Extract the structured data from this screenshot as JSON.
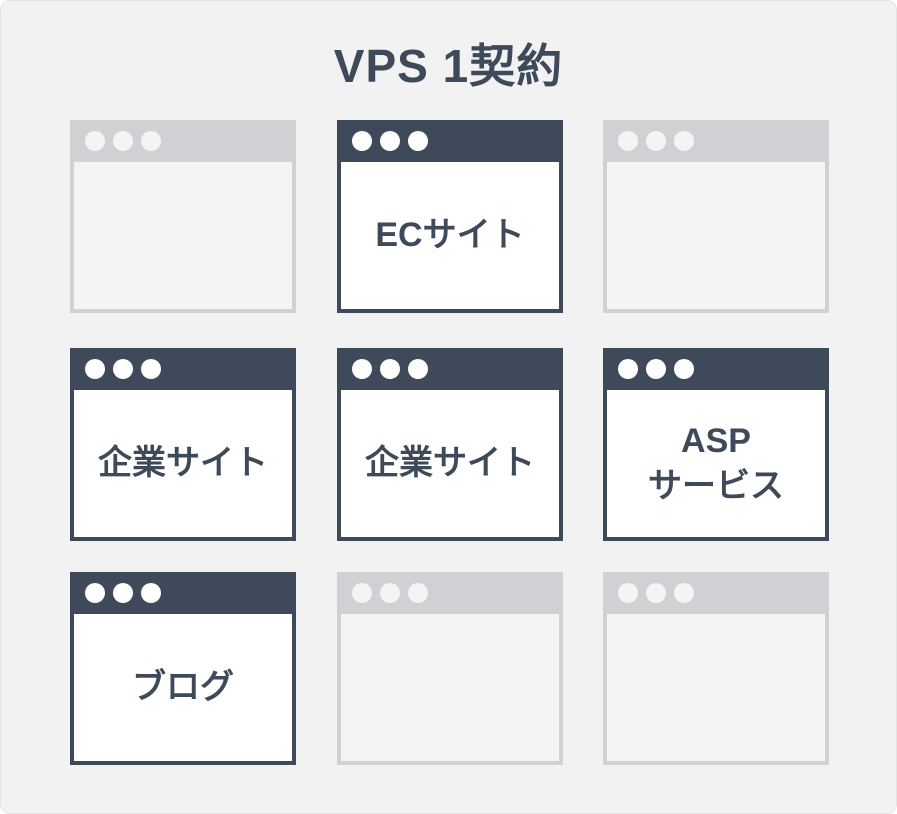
{
  "title": "VPS 1契約",
  "windows": [
    {
      "label": "",
      "active": false
    },
    {
      "label": "ECサイト",
      "active": true
    },
    {
      "label": "",
      "active": false
    },
    {
      "label": "企業サイト",
      "active": true
    },
    {
      "label": "企業サイト",
      "active": true
    },
    {
      "label": "ASP\nサービス",
      "active": true
    },
    {
      "label": "ブログ",
      "active": true
    },
    {
      "label": "",
      "active": false
    },
    {
      "label": "",
      "active": false
    }
  ],
  "colors": {
    "active": "#3e4a5a",
    "inactive": "#d0d1d4",
    "background": "#f2f2f2"
  }
}
